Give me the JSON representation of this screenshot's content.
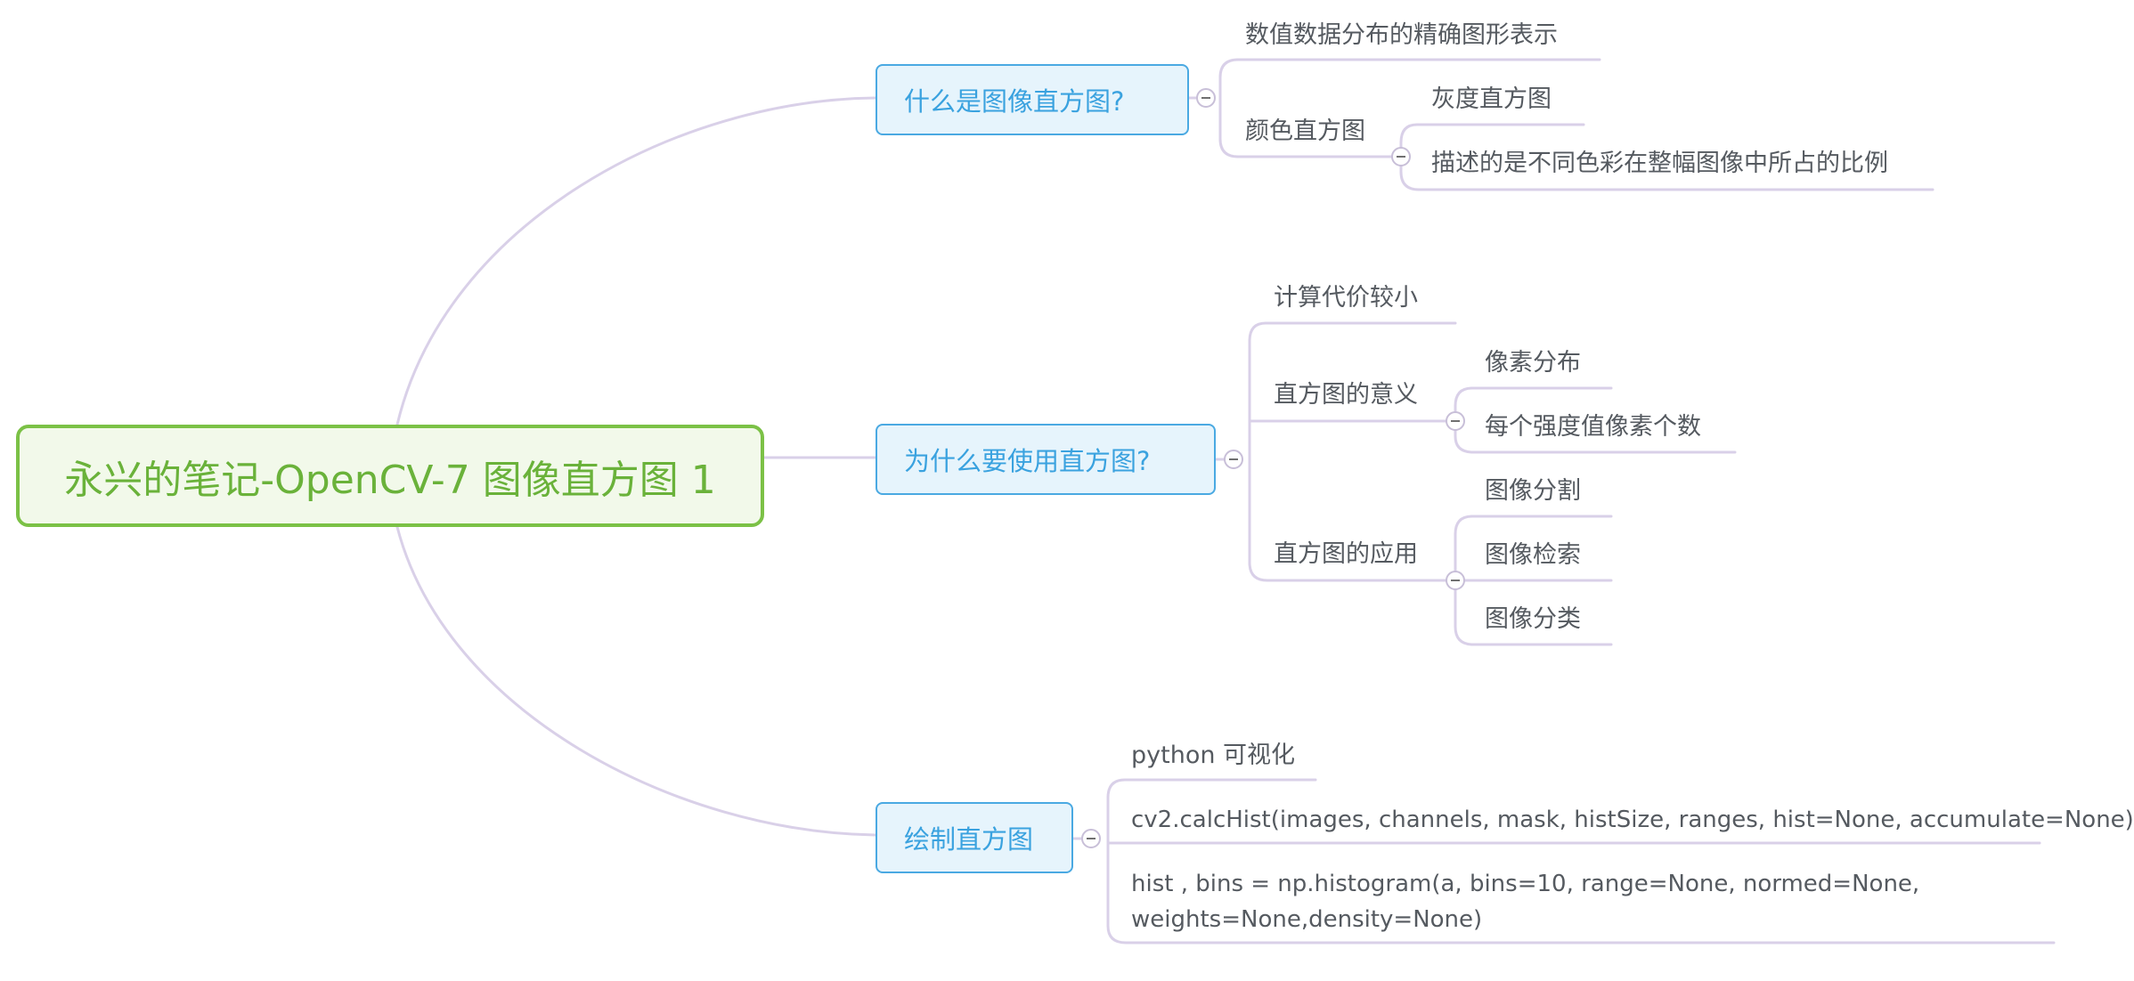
{
  "root": {
    "label": "永兴的笔记-OpenCV-7 图像直方图 1"
  },
  "topics": [
    {
      "label": "什么是图像直方图?",
      "children": [
        {
          "label": "数值数据分布的精确图形表示"
        },
        {
          "label": "颜色直方图",
          "children": [
            {
              "label": "灰度直方图"
            },
            {
              "label": "描述的是不同色彩在整幅图像中所占的比例"
            }
          ]
        }
      ]
    },
    {
      "label": "为什么要使用直方图?",
      "children": [
        {
          "label": "计算代价较小"
        },
        {
          "label": "直方图的意义",
          "children": [
            {
              "label": "像素分布"
            },
            {
              "label": "每个强度值像素个数"
            }
          ]
        },
        {
          "label": "直方图的应用",
          "children": [
            {
              "label": "图像分割"
            },
            {
              "label": "图像检索"
            },
            {
              "label": "图像分类"
            }
          ]
        }
      ]
    },
    {
      "label": "绘制直方图",
      "children": [
        {
          "label": "python 可视化"
        },
        {
          "label": "cv2.calcHist(images, channels, mask, histSize, ranges, hist=None, accumulate=None)"
        },
        {
          "label": "hist , bins = np.histogram(a, bins=10, range=None, normed=None, weights=None,density=None)"
        }
      ]
    }
  ],
  "colors": {
    "root_border": "#7bc146",
    "root_text": "#6ab23a",
    "topic_border": "#4aa9e2",
    "topic_text": "#3aa2df",
    "branch_line": "#d9d0e8",
    "leaf_text": "#555a60"
  },
  "icons": {
    "collapse_toggle": "minus-circle-icon"
  }
}
